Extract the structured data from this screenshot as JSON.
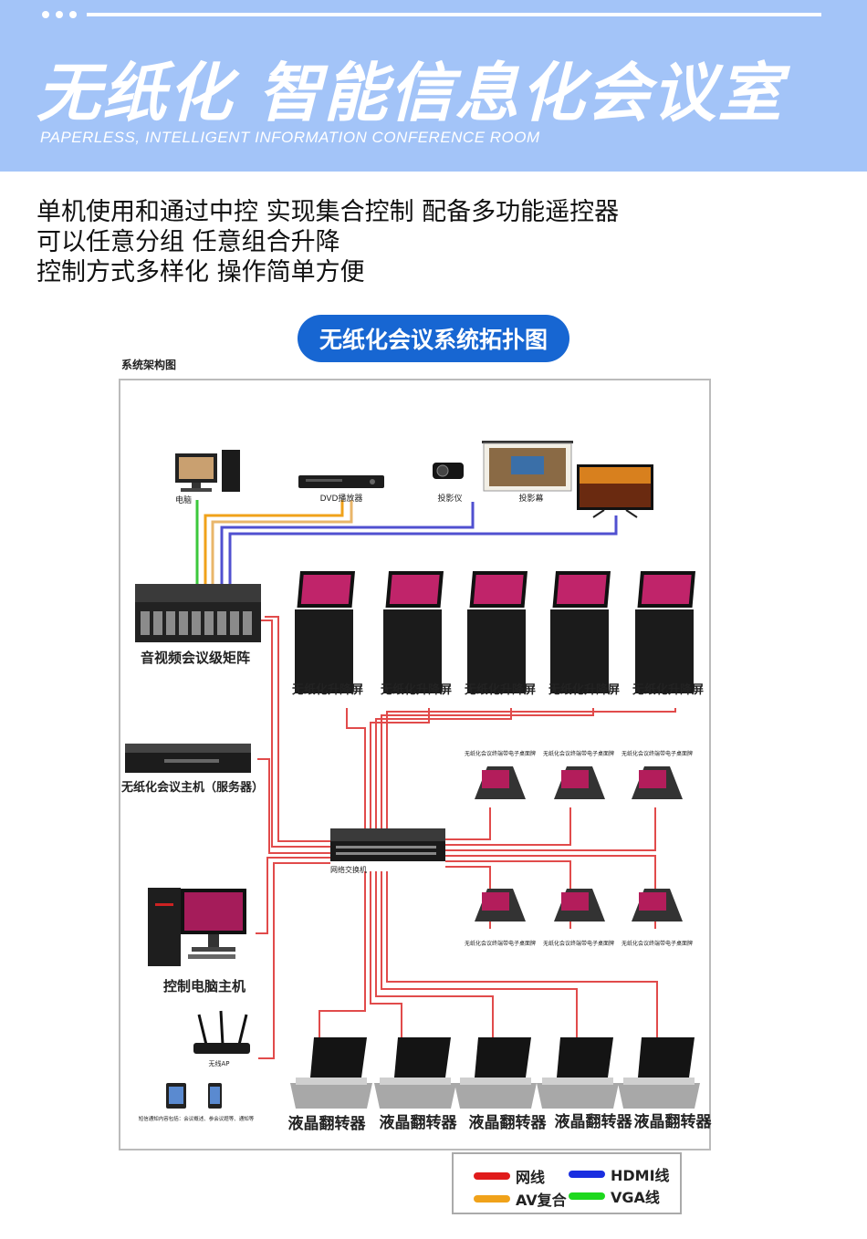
{
  "header": {
    "title": "无纸化 智能信息化会议室",
    "subtitle": "PAPERLESS, INTELLIGENT INFORMATION CONFERENCE ROOM"
  },
  "description": [
    "单机使用和通过中控  实现集合控制 配备多功能遥控器",
    "可以任意分组  任意组合升降",
    "控制方式多样化  操作简单方便"
  ],
  "diagram": {
    "heading": "无纸化会议系统拓扑图",
    "system_label": "系统架构图",
    "top_devices": [
      "电脑",
      "DVD播放器",
      "投影仪",
      "投影幕"
    ],
    "matrix_label": "音视频会议级矩阵",
    "server_label": "无纸化会议主机（服务器）",
    "switch_label": "网络交换机",
    "control_pc_label": "控制电脑主机",
    "router_label": "无线AP",
    "router_caption": "短信通知内容包括：会议概述、参会议题等、通知等",
    "lift_screens": [
      "无纸化升降屏",
      "无纸化升降屏",
      "无纸化升降屏",
      "无纸化升降屏",
      "无纸化升降屏"
    ],
    "table_card_caption": "无纸化会议终端带电子桌面牌",
    "flippers": [
      "液晶翻转器",
      "液晶翻转器",
      "液晶翻转器",
      "液晶翻转器",
      "液晶翻转器"
    ]
  },
  "legend": [
    {
      "label": "网线",
      "color": "#e01b1b"
    },
    {
      "label": "HDMI线",
      "color": "#1a2ee0"
    },
    {
      "label": "AV复合",
      "color": "#f0a21a"
    },
    {
      "label": "VGA线",
      "color": "#1ed81e"
    }
  ]
}
